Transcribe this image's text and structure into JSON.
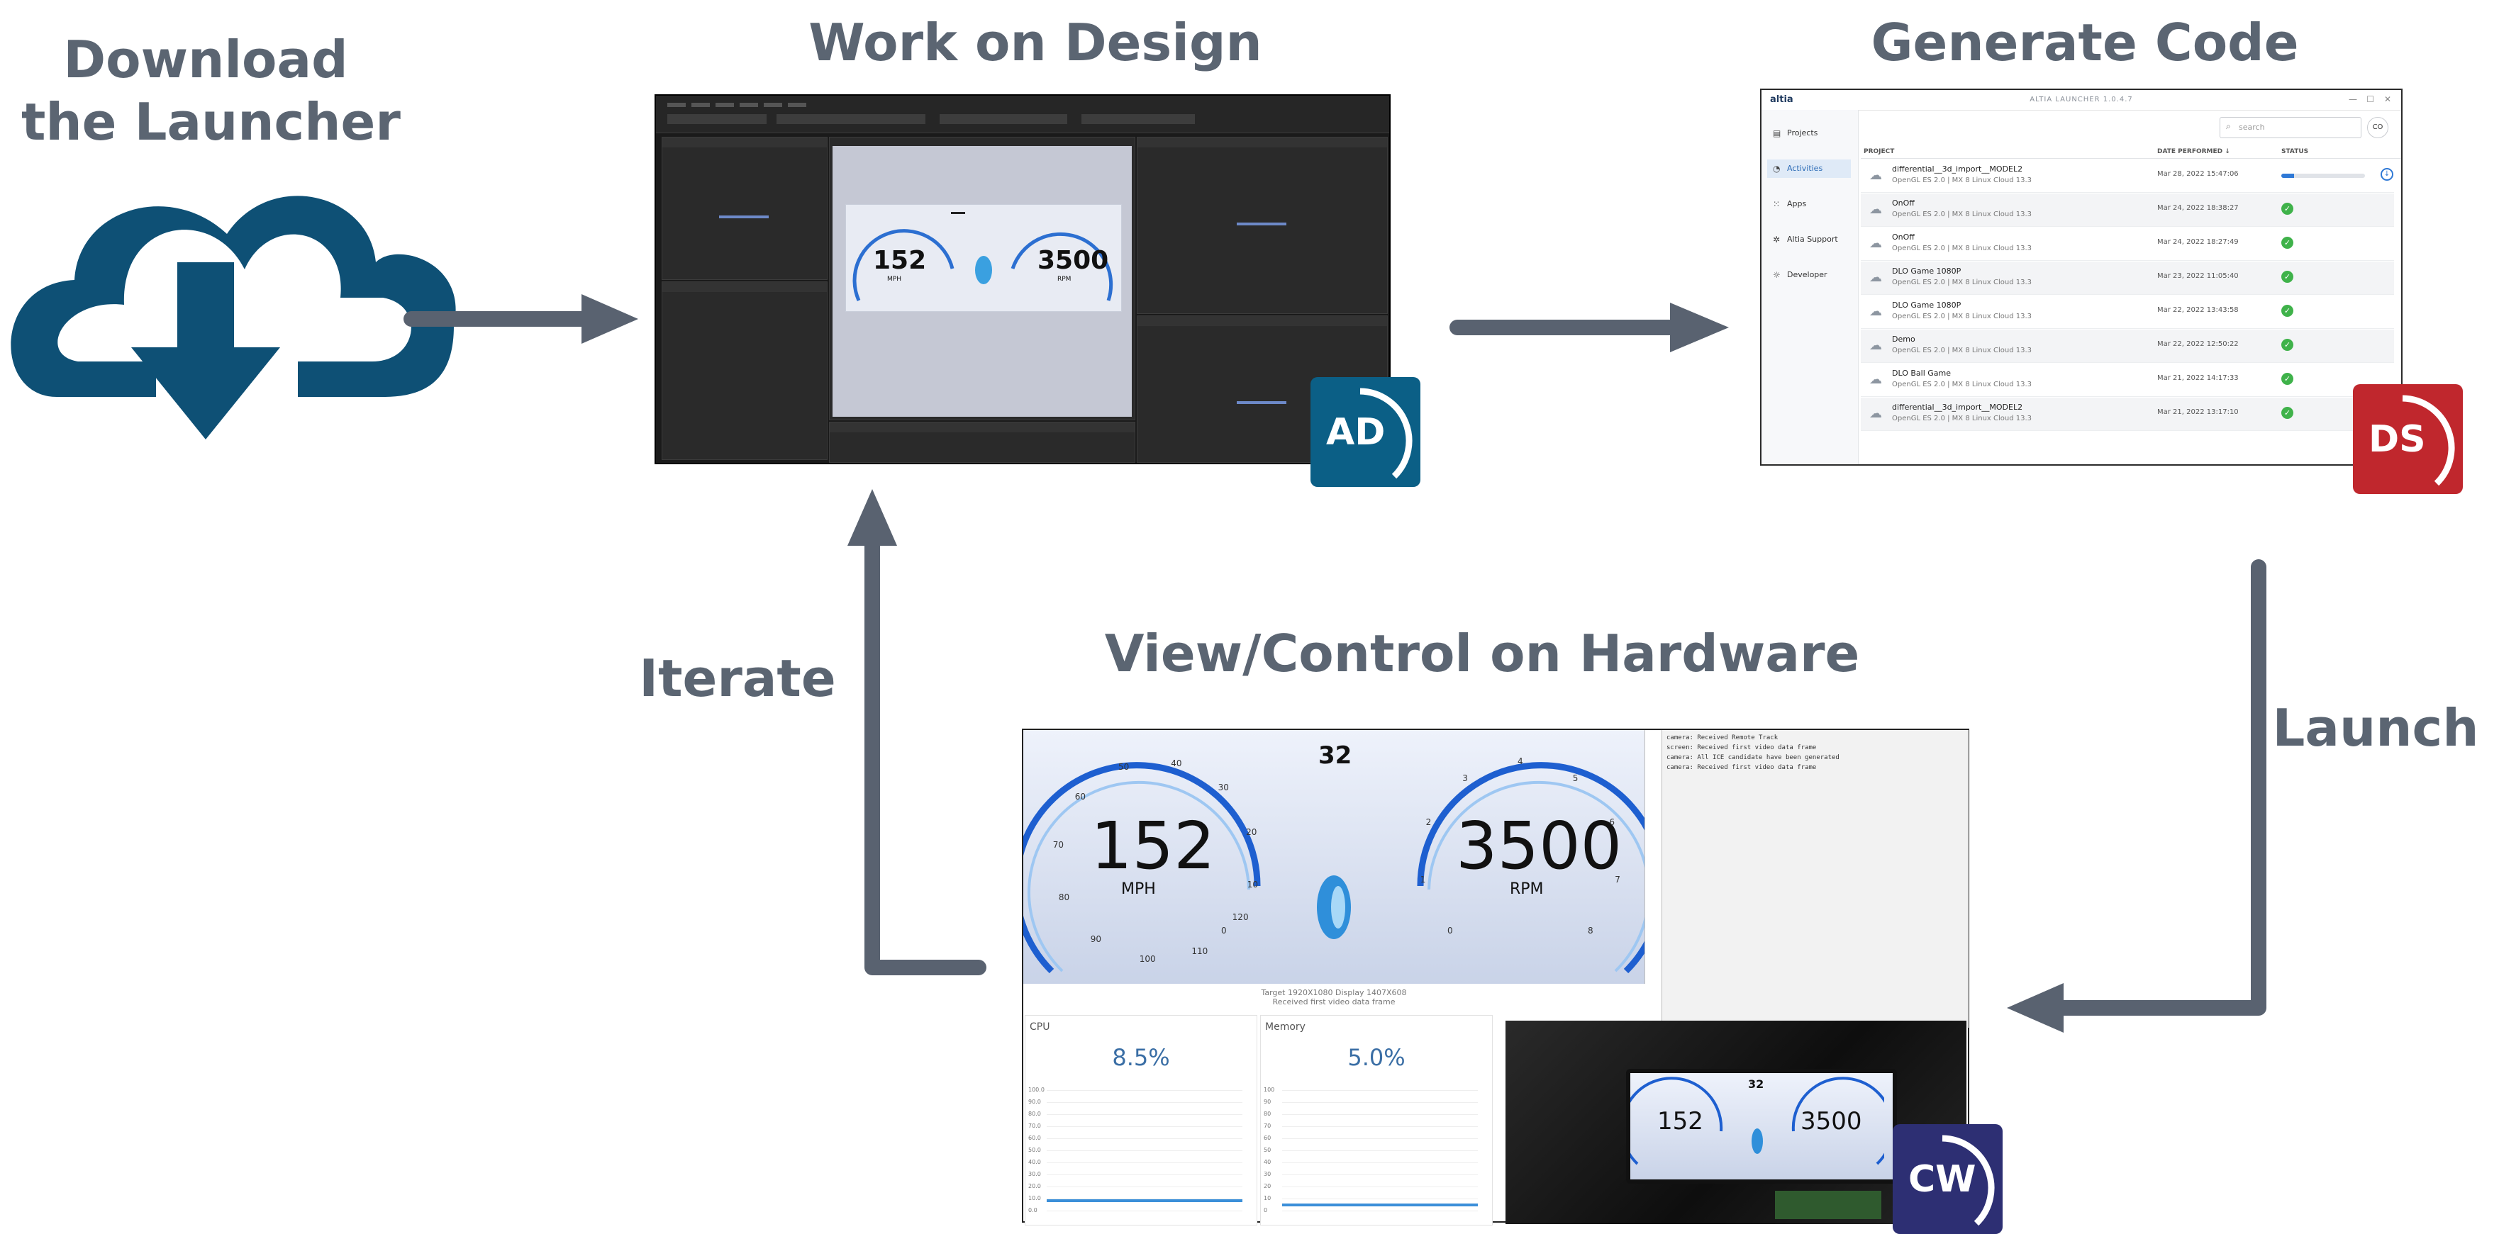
{
  "steps": {
    "download": {
      "title_line1": "Download",
      "title_line2": "the Launcher"
    },
    "design": {
      "title": "Work on Design"
    },
    "generate": {
      "title": "Generate Code"
    },
    "hardware": {
      "title": "View/Control on Hardware"
    }
  },
  "arrow_labels": {
    "iterate": "Iterate",
    "launch": "Launch"
  },
  "badges": {
    "ad": "AD",
    "ds": "DS",
    "cw": "CW"
  },
  "colors": {
    "heading": "#5b6572",
    "arrow": "#596270",
    "cloud": "#0e5075",
    "ad": "#0b5f86",
    "ds": "#c0272d",
    "cw": "#2d2f73"
  },
  "design_screen": {
    "mph": "152",
    "mph_unit": "MPH",
    "rpm": "3500",
    "rpm_unit": "RPM"
  },
  "launcher": {
    "logo": "altia",
    "window_title": "ALTIA LAUNCHER 1.0.4.7",
    "search_placeholder": "search",
    "avatar": "CO",
    "nav": [
      "Projects",
      "Activities",
      "Apps",
      "Altia Support",
      "Developer"
    ],
    "columns": {
      "project": "PROJECT",
      "date": "DATE PERFORMED ↓",
      "status": "STATUS"
    },
    "rows": [
      {
        "name": "differential__3d_import__MODEL2",
        "sub": "OpenGL ES 2.0 | MX 8 Linux Cloud 13.3",
        "date": "Mar 28, 2022 15:47:06",
        "status": "in-progress",
        "progress": 0.15
      },
      {
        "name": "OnOff",
        "sub": "OpenGL ES 2.0 | MX 8 Linux Cloud 13.3",
        "date": "Mar 24, 2022 18:38:27",
        "status": "done"
      },
      {
        "name": "OnOff",
        "sub": "OpenGL ES 2.0 | MX 8 Linux Cloud 13.3",
        "date": "Mar 24, 2022 18:27:49",
        "status": "done"
      },
      {
        "name": "DLO Game 1080P",
        "sub": "OpenGL ES 2.0 | MX 8 Linux Cloud 13.3",
        "date": "Mar 23, 2022 11:05:40",
        "status": "done"
      },
      {
        "name": "DLO Game 1080P",
        "sub": "OpenGL ES 2.0 | MX 8 Linux Cloud 13.3",
        "date": "Mar 22, 2022 13:43:58",
        "status": "done"
      },
      {
        "name": "Demo",
        "sub": "OpenGL ES 2.0 | MX 8 Linux Cloud 13.3",
        "date": "Mar 22, 2022 12:50:22",
        "status": "done"
      },
      {
        "name": "DLO Ball Game",
        "sub": "OpenGL ES 2.0 | MX 8 Linux Cloud 13.3",
        "date": "Mar 21, 2022 14:17:33",
        "status": "done"
      },
      {
        "name": "differential__3d_import__MODEL2",
        "sub": "OpenGL ES 2.0 | MX 8 Linux Cloud 13.3",
        "date": "Mar 21, 2022 13:17:10",
        "status": "done"
      }
    ]
  },
  "hardware": {
    "cluster": {
      "mph": "152",
      "mph_unit": "MPH",
      "rpm": "3500",
      "rpm_unit": "RPM",
      "gear": "32",
      "speed_ticks": [
        "0",
        "10",
        "20",
        "30",
        "40",
        "50",
        "60",
        "70",
        "80",
        "90",
        "100",
        "110",
        "120"
      ],
      "rpm_ticks": [
        "0",
        "1",
        "2",
        "3",
        "4",
        "5",
        "6",
        "7",
        "8"
      ]
    },
    "status_line1": "Target 1920X1080 Display 1407X608",
    "status_line2": "Received first video data frame",
    "console": [
      "camera: Received Remote Track",
      "screen: Received first video data frame",
      "camera: All ICE candidate have been generated",
      "camera: Received first video data frame"
    ],
    "cpu": {
      "title": "CPU",
      "value": "8.5%",
      "level": 0.085,
      "axis": [
        "100.0",
        "90.0",
        "80.0",
        "70.0",
        "60.0",
        "50.0",
        "40.0",
        "30.0",
        "20.0",
        "10.0",
        "0.0"
      ]
    },
    "memory": {
      "title": "Memory",
      "value": "5.0%",
      "level": 0.05,
      "axis": [
        "100",
        "90",
        "80",
        "70",
        "60",
        "50",
        "40",
        "30",
        "20",
        "10",
        "0"
      ]
    },
    "photo": {
      "mph": "152",
      "rpm": "3500",
      "gear": "32"
    }
  }
}
